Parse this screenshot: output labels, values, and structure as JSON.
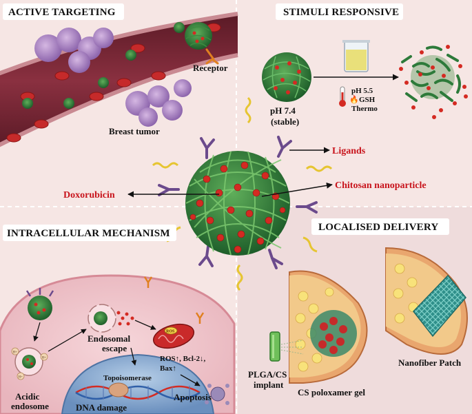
{
  "sections": {
    "active_targeting": "ACTIVE TARGETING",
    "stimuli_responsive": "STIMULI RESPONSIVE",
    "intracellular_mechanism": "INTRACELLULAR MECHANISM",
    "localised_delivery": "LOCALISED DELIVERY"
  },
  "active": {
    "receptor": "Receptor",
    "breast_tumor": "Breast tumor"
  },
  "stimuli": {
    "ph_stable_line1": "pH 7.4",
    "ph_stable_line2": "(stable)",
    "trigger_ph": "pH 5.5",
    "trigger_gsh": "GSH",
    "trigger_thermo": "Thermo"
  },
  "center": {
    "ligands": "Ligands",
    "chitosan": "Chitosan nanoparticle",
    "doxorubicin": "Doxorubicin"
  },
  "intracellular": {
    "endosomal_escape_line1": "Endosomal",
    "endosomal_escape_line2": "escape",
    "ros_line1": "ROS↑, Bcl-2↓,",
    "ros_line2": "Bax↑",
    "ros_badge": "ROS",
    "topoisomerase": "Topoisomerase",
    "acidic_line1": "Acidic",
    "acidic_line2": "endosome",
    "dna_damage": "DNA damage",
    "apoptosis": "Apoptosis",
    "h_ion": "H+"
  },
  "localised": {
    "plga_line1": "PLGA/CS",
    "plga_line2": "implant",
    "gel": "CS poloxamer gel",
    "patch": "Nanofiber Patch"
  },
  "colors": {
    "background": "#f6e6e4",
    "vessel": "#7a2632",
    "nanoparticle": "#2d7a3a",
    "drug": "#d42a22",
    "label_red": "#c8141c",
    "ligand_purple": "#6b4a8c",
    "ligand_yellow": "#e6c532"
  }
}
